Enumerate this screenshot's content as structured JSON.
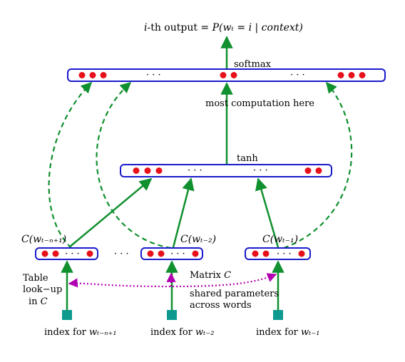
{
  "colors": {
    "layer_border": "#1a1acc",
    "neuron": "#e8101a",
    "forward_arrow": "#10902e",
    "skip_connection": "#10902e",
    "shared_param": "#b000b0",
    "index_box": "#0e9a8e"
  },
  "title": {
    "prefix": "i",
    "suffix": "-th output = ",
    "formula": "P(wₜ = i | context)"
  },
  "softmax_label": "softmax",
  "computation_label": "most  computation here",
  "tanh_label": "tanh",
  "ellipsis": "· · ·",
  "embeddings": [
    {
      "label": "C(wₜ₋ₙ₊₁)",
      "index_label": "index for ",
      "index_var": "wₜ₋ₙ₊₁"
    },
    {
      "label": "C(wₜ₋₂)",
      "index_label": "index for ",
      "index_var": "wₜ₋₂"
    },
    {
      "label": "C(wₜ₋₁)",
      "index_label": "index for ",
      "index_var": "wₜ₋₁"
    }
  ],
  "table_lookup": {
    "line1": "Table",
    "line2": "look−up",
    "line3": "in ",
    "var": "C"
  },
  "matrix_label": {
    "text": "Matrix ",
    "var": "C"
  },
  "shared_params": {
    "line1": "shared parameters",
    "line2": "across words"
  }
}
